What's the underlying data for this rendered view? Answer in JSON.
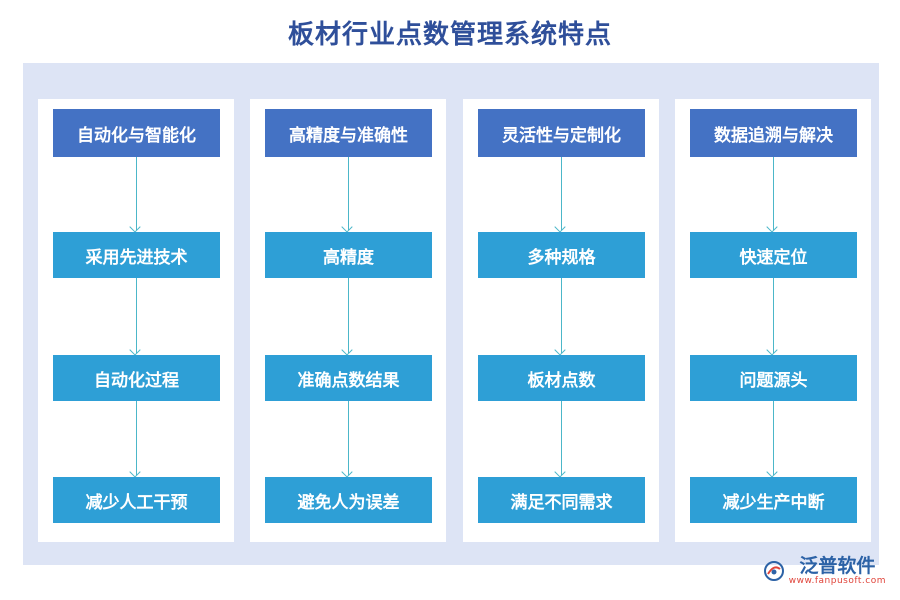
{
  "title": "板材行业点数管理系统特点",
  "columns": [
    {
      "header": "自动化与智能化",
      "items": [
        "采用先进技术",
        "自动化过程",
        "减少人工干预"
      ]
    },
    {
      "header": "高精度与准确性",
      "items": [
        "高精度",
        "准确点数结果",
        "避免人为误差"
      ]
    },
    {
      "header": "灵活性与定制化",
      "items": [
        "多种规格",
        "板材点数",
        "满足不同需求"
      ]
    },
    {
      "header": "数据追溯与解决",
      "items": [
        "快速定位",
        "问题源头",
        "减少生产中断"
      ]
    }
  ],
  "brand": {
    "name": "泛普软件",
    "url": "www.fanpusoft.com",
    "logo_icon": "fanpu-logo-icon"
  },
  "colors": {
    "header": "#4472c4",
    "item": "#2e9fd6",
    "panel": "#dde4f5",
    "title": "#2f4f9a",
    "connector": "#4cb7c9"
  }
}
